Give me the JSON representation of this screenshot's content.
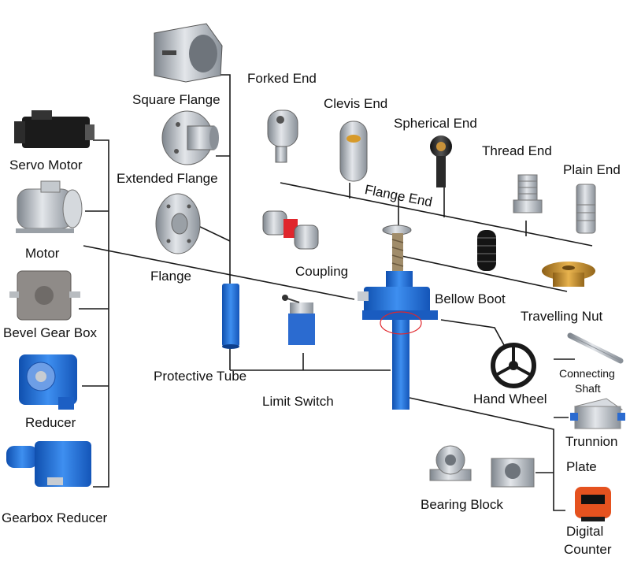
{
  "labels": {
    "square_flange": "Square Flange",
    "forked_end": "Forked End",
    "clevis_end": "Clevis End",
    "spherical_end": "Spherical End",
    "thread_end": "Thread End",
    "plain_end": "Plain End",
    "servo_motor": "Servo Motor",
    "extended_flange": "Extended Flange",
    "flange_end": "Flange End",
    "motor": "Motor",
    "coupling": "Coupling",
    "flange": "Flange",
    "bellow_boot": "Bellow Boot",
    "travelling_nut": "Travelling Nut",
    "bevel_gear_box": "Bevel Gear Box",
    "protective_tube": "Protective Tube",
    "connecting_shaft_line1": "Connecting",
    "connecting_shaft_line2": "Shaft",
    "hand_wheel": "Hand Wheel",
    "limit_switch": "Limit Switch",
    "reducer": "Reducer",
    "trunnion": "Trunnion",
    "plate": "Plate",
    "bearing_block": "Bearing Block",
    "gearbox_reducer": "Gearbox Reducer",
    "digital_counter_line1": "Digital",
    "digital_counter_line2": "Counter"
  },
  "colors": {
    "jack_blue": "#1f6fd6",
    "line": "#1a1a1a",
    "steel": "#b9bfc6",
    "brass": "#c9932e",
    "red_accent": "#e0262c",
    "counter_orange": "#e5521f"
  }
}
